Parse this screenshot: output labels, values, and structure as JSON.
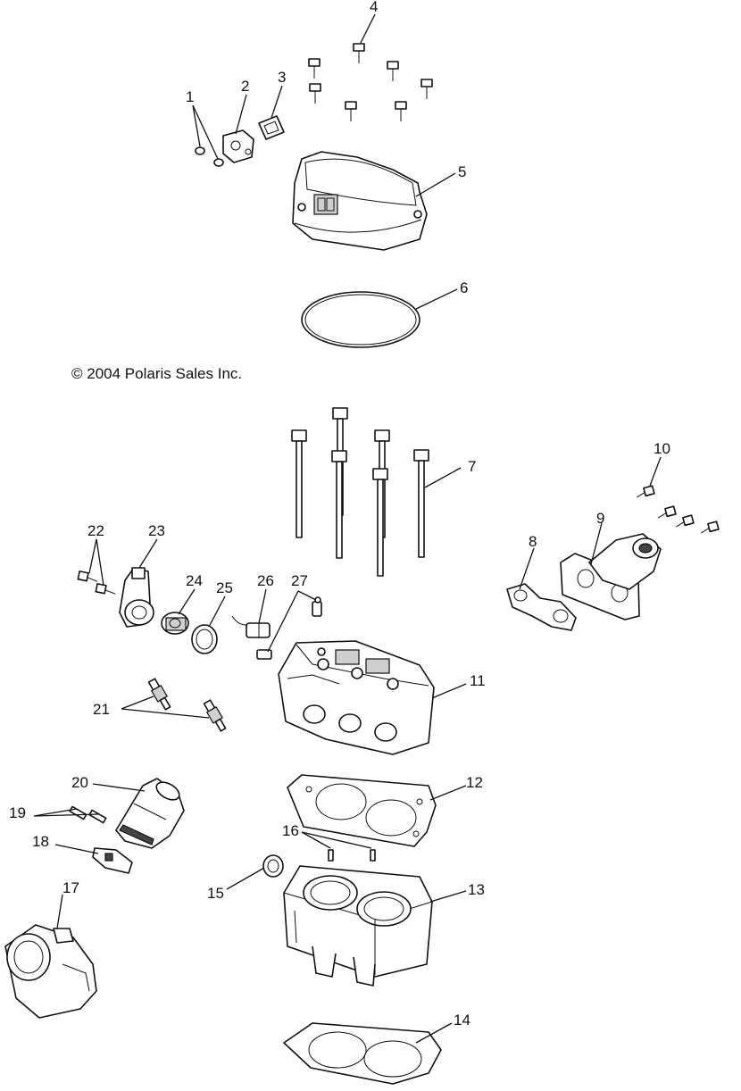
{
  "copyright": "© 2004 Polaris Sales Inc.",
  "callouts": [
    "1",
    "2",
    "3",
    "4",
    "5",
    "6",
    "7",
    "8",
    "9",
    "10",
    "11",
    "12",
    "13",
    "14",
    "15",
    "16",
    "17",
    "18",
    "19",
    "20",
    "21",
    "22",
    "23",
    "24",
    "25",
    "26",
    "27"
  ]
}
